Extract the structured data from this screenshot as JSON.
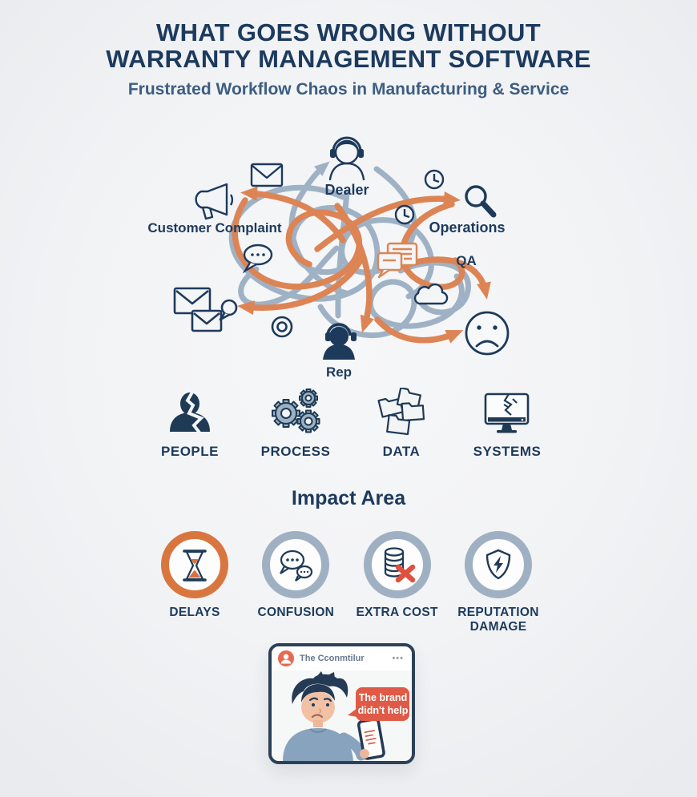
{
  "title": {
    "line1": "WHAT GOES WRONG WITHOUT",
    "line2": "WARRANTY MANAGEMENT SOFTWARE",
    "subtitle": "Frustrated Workflow Chaos in Manufacturing & Service"
  },
  "chaos": {
    "labels": {
      "dealer": "Dealer",
      "customer_complaint": "Customer Complaint",
      "operations": "Operations",
      "qa": "QA",
      "rep": "Rep"
    },
    "icons": [
      "headset-dealer-icon",
      "envelope-icon",
      "megaphone-icon",
      "clock-icon",
      "clock-icon",
      "magnifier-icon",
      "chat-dots-icon",
      "chat-messages-icon",
      "cloud-icon",
      "envelopes-chat-icon",
      "target-icon",
      "headset-rep-icon",
      "sad-face-icon"
    ]
  },
  "factors": {
    "items": [
      {
        "label": "PEOPLE",
        "icon": "broken-person-icon"
      },
      {
        "label": "PROCESS",
        "icon": "gears-icon"
      },
      {
        "label": "DATA",
        "icon": "scattered-folders-icon"
      },
      {
        "label": "SYSTEMS",
        "icon": "broken-monitor-icon"
      }
    ]
  },
  "impact": {
    "heading": "Impact Area",
    "items": [
      {
        "label": "DELAYS",
        "icon": "hourglass-icon",
        "ring_color": "#d9763f"
      },
      {
        "label": "CONFUSION",
        "icon": "speech-bubbles-icon",
        "ring_color": "#9fb0c2"
      },
      {
        "label": "EXTRA COST",
        "icon": "coins-x-icon",
        "ring_color": "#9fb0c2"
      },
      {
        "label": "REPUTATION DAMAGE",
        "icon": "shield-bolt-icon",
        "ring_color": "#9fb0c2"
      }
    ]
  },
  "post_card": {
    "author": "The Cconmtilur",
    "menu_dots": "•••",
    "speech_bubble": {
      "line1": "The brand",
      "line2": "didn't help"
    }
  },
  "colors": {
    "navy": "#1d3a5c",
    "orange": "#dd8455",
    "blue_gray": "#9fb2c5",
    "red_x": "#e0503f",
    "bubble_red": "#df5b47",
    "ring_orange": "#d9763f",
    "ring_gray": "#9fb0c2",
    "shirt_blue": "#87a3bd",
    "background": "#f2f3f5"
  }
}
